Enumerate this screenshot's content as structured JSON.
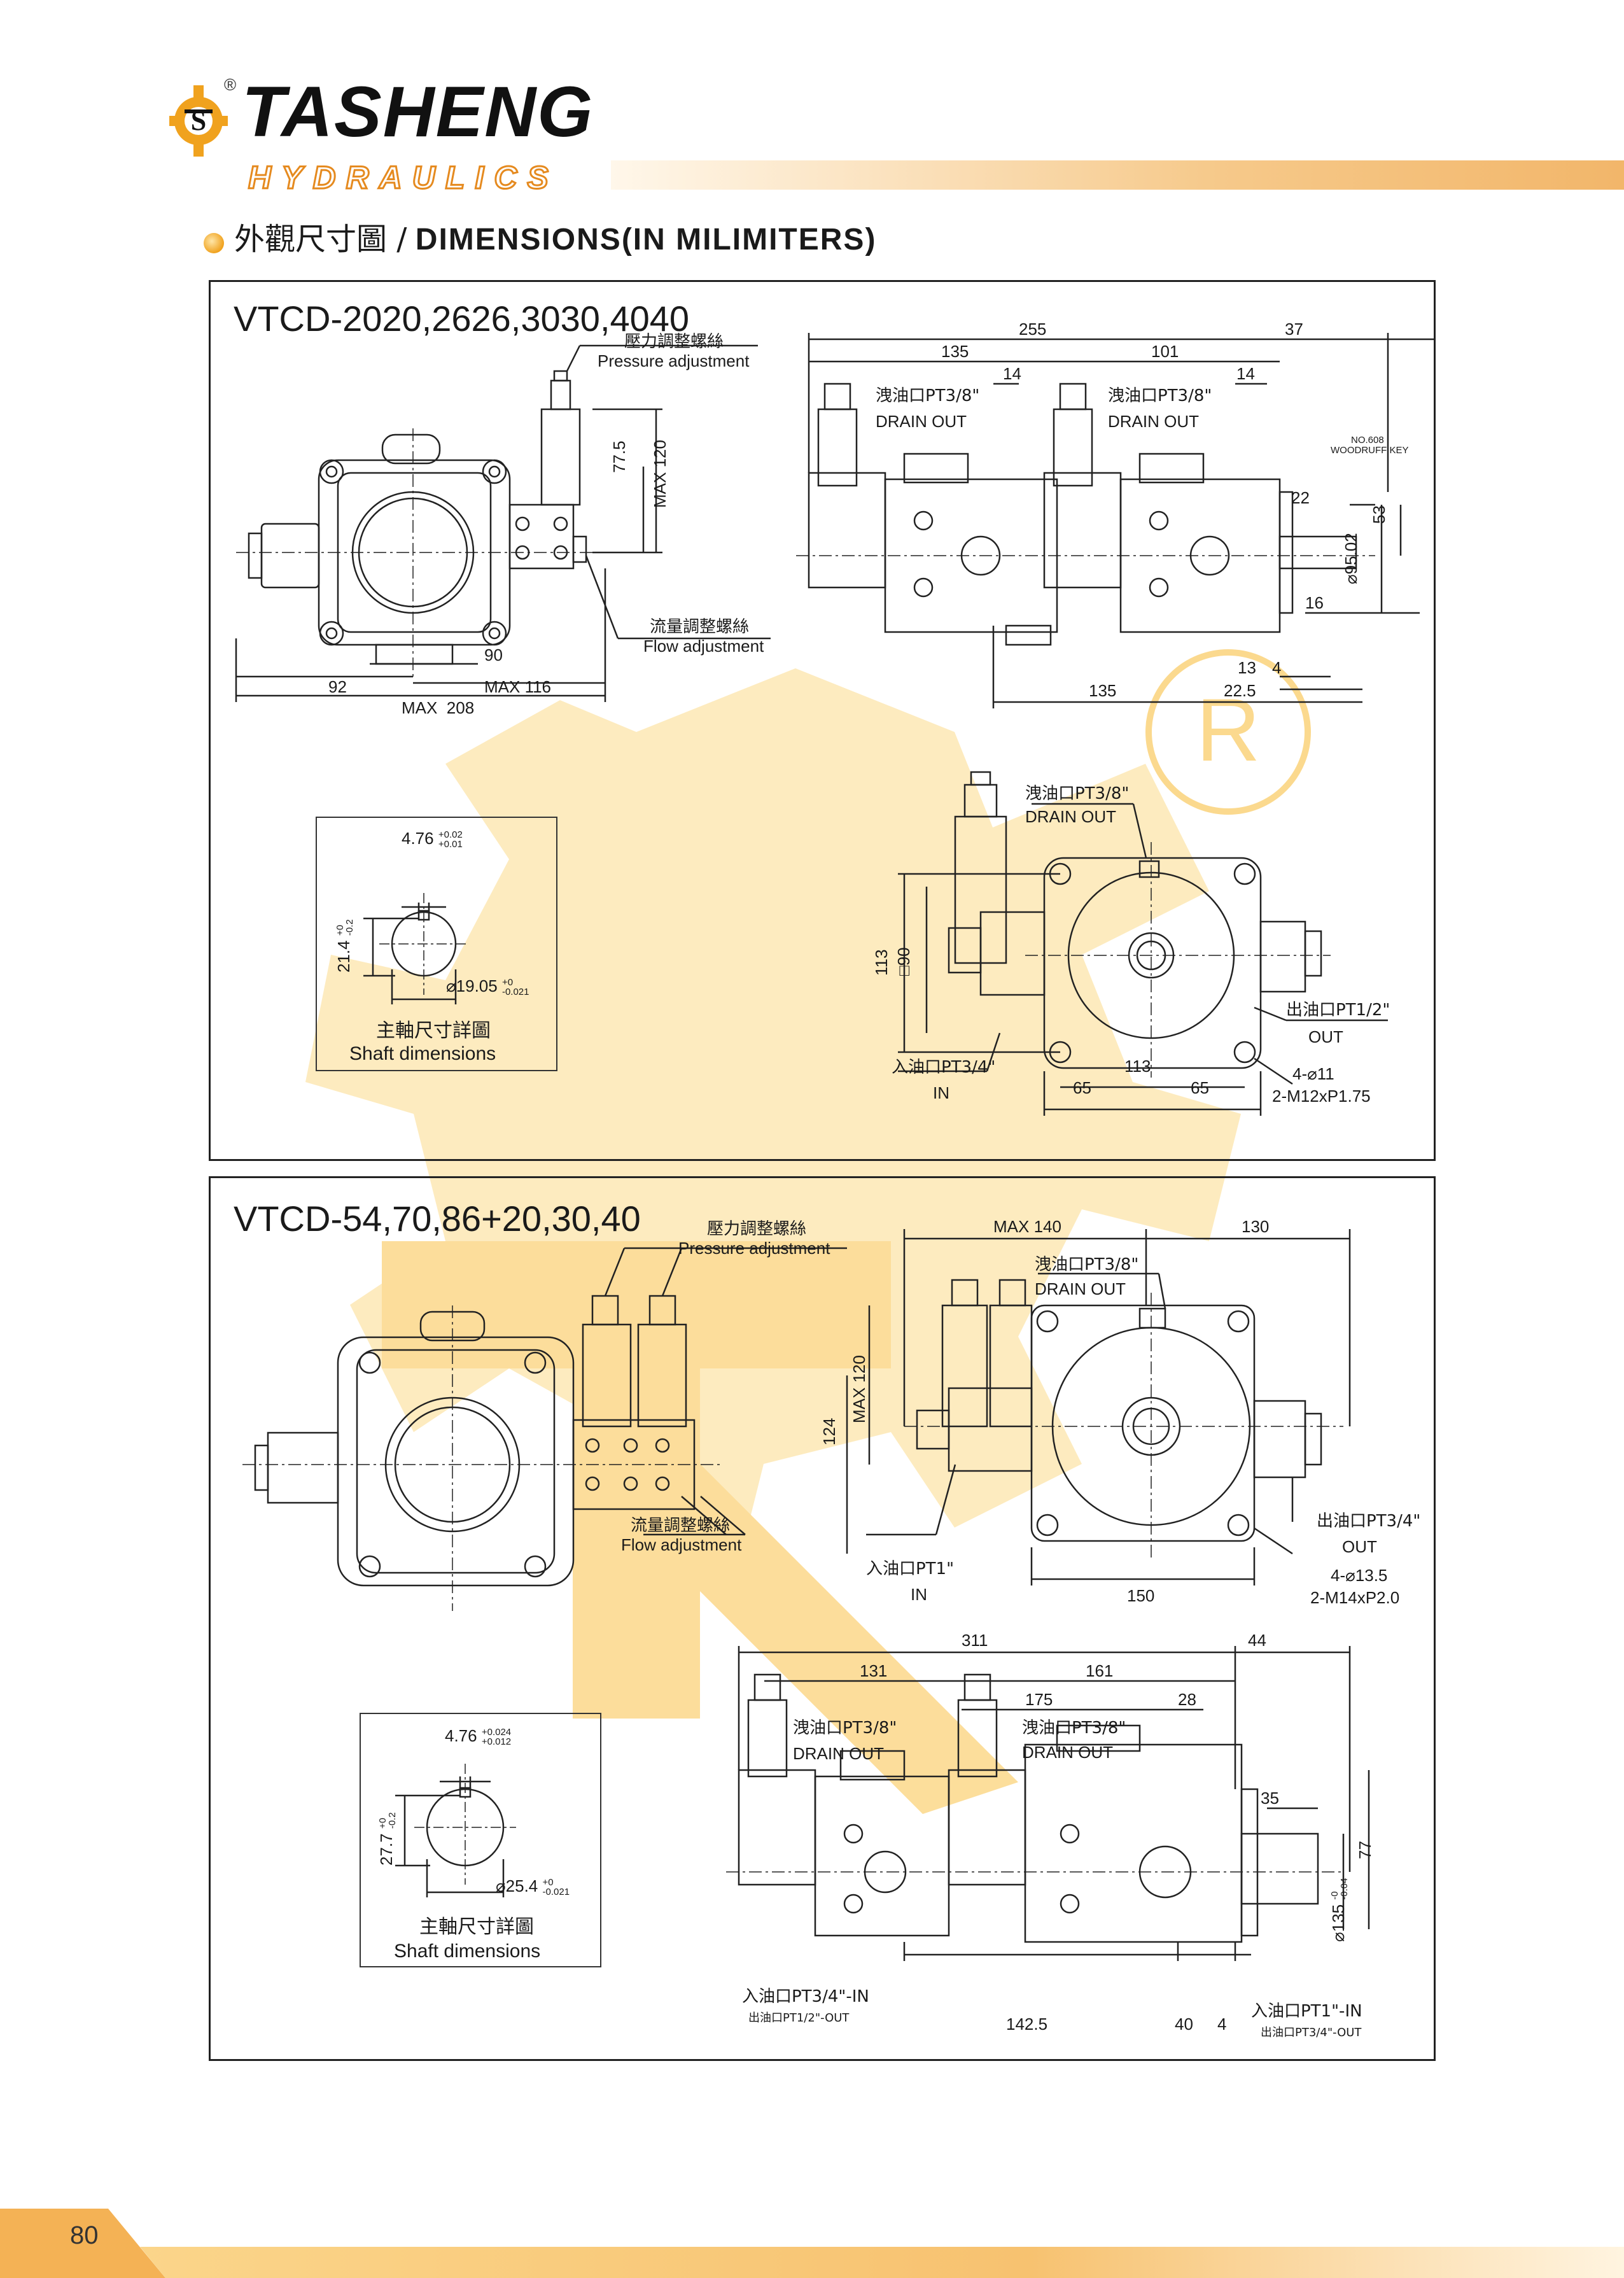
{
  "brand": {
    "name": "TASHENG",
    "sub": "HYDRAULICS",
    "registered": "®"
  },
  "section": {
    "title_zh": "外觀尺寸圖 /",
    "title_en": "DIMENSIONS(IN MILIMITERS)"
  },
  "panel1": {
    "title": "VTCD-2020,2626,3030,4040",
    "front": {
      "pressure_zh": "壓力調整螺絲",
      "pressure_en": "Pressure adjustment",
      "flow_zh": "流量調整螺絲",
      "flow_en": "Flow adjustment",
      "dims": [
        "77.5",
        "MAX 120",
        "90",
        "92",
        "MAX 116",
        "MAX  208"
      ]
    },
    "side": {
      "dims_top": [
        "255",
        "37",
        "135",
        "101",
        "14",
        "14"
      ],
      "drain_zh_1": "洩油口PT3/8\"",
      "drain_en_1": "DRAIN OUT",
      "drain_zh_2": "洩油口PT3/8\"",
      "drain_en_2": "DRAIN OUT",
      "key": "NO.608\nWOODRUFF KEY",
      "key_line1": "NO.608",
      "key_line2": "WOODRUFF KEY",
      "dims_right": [
        "22",
        "53",
        "⌀95.02",
        "16"
      ],
      "dims_bottom": [
        "13",
        "4",
        "135",
        "22.5"
      ]
    },
    "end": {
      "drain_zh": "洩油口PT3/8\"",
      "drain_en": "DRAIN OUT",
      "out_zh": "出油口PT1/2\"",
      "out_en": "OUT",
      "in_zh": "入油口PT3/4\"",
      "in_en": "IN",
      "holes": "4-⌀11",
      "thread": "2-M12xP1.75",
      "dims": [
        "113",
        "□90",
        "113",
        "65",
        "65"
      ]
    },
    "shaft": {
      "key_w": "4.76",
      "key_w_tol_up": "+0.02",
      "key_w_tol_dn": "+0.01",
      "height": "21.4",
      "height_tol": "+0\n-0.2",
      "height_tol_up": "+0",
      "height_tol_dn": "-0.2",
      "dia": "⌀19.05",
      "dia_tol_up": "+0",
      "dia_tol_dn": "-0.021",
      "caption_zh": "主軸尺寸詳圖",
      "caption_en": "Shaft dimensions"
    }
  },
  "panel2": {
    "title": "VTCD-54,70,86+20,30,40",
    "front": {
      "pressure_zh": "壓力調整螺絲",
      "pressure_en": "Pressure adjustment",
      "flow_zh": "流量調整螺絲",
      "flow_en": "Flow adjustment"
    },
    "end": {
      "dims_top": [
        "MAX 140",
        "130"
      ],
      "drain_zh": "洩油口PT3/8\"",
      "drain_en": "DRAIN OUT",
      "out_zh": "出油口PT3/4\"",
      "out_en": "OUT",
      "in_zh": "入油口PT1\"",
      "in_en": "IN",
      "holes": "4-⌀13.5",
      "thread": "2-M14xP2.0",
      "dims": [
        "124",
        "MAX 120",
        "150"
      ]
    },
    "side": {
      "dims_top": [
        "311",
        "44",
        "131",
        "161",
        "175",
        "28"
      ],
      "drain_zh_1": "洩油口PT3/8\"",
      "drain_en_1": "DRAIN OUT",
      "drain_zh_2": "洩油口PT3/8\"",
      "drain_en_2": "DRAIN OUT",
      "dims_right": [
        "35",
        "77",
        "⌀135"
      ],
      "dia_tol_up": "-0",
      "dia_tol_dn": "-0.04",
      "in_left_zh": "入油口PT3/4\"-IN",
      "out_left_zh": "出油口PT1/2\"-OUT",
      "in_right_zh": "入油口PT1\"-IN",
      "out_right_zh": "出油口PT3/4\"-OUT",
      "dims_bottom": [
        "142.5",
        "40",
        "4"
      ]
    },
    "shaft": {
      "key_w": "4.76",
      "key_w_tol_up": "+0.024",
      "key_w_tol_dn": "+0.012",
      "height": "27.7",
      "height_tol_up": "+0",
      "height_tol_dn": "-0.2",
      "dia": "⌀25.4",
      "dia_tol_up": "+0",
      "dia_tol_dn": "-0.021",
      "caption_zh": "主軸尺寸詳圖",
      "caption_en": "Shaft dimensions"
    }
  },
  "page_number": "80",
  "colors": {
    "accent": "#f0a21e",
    "watermark": "#fde3a6",
    "ink": "#1a1a1a"
  }
}
